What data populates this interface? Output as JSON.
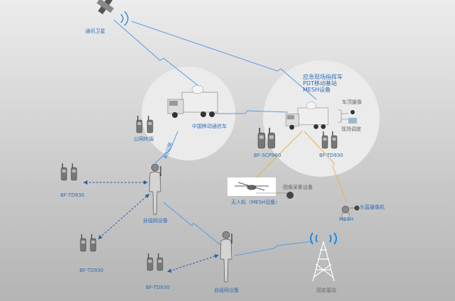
{
  "labels": {
    "satellite": "通讯卫星",
    "mobile_truck": "中国移动通信车",
    "public_terminal": "公网终端",
    "network_4g": "4G公网",
    "command_line1": "应急现场指挥车",
    "command_line2": "PDT移动基站",
    "command_line3": "MESH设备",
    "roof_camera": "车顶摄像",
    "onsite_dispatch": "现场调度",
    "scp960": "BF-SCP960",
    "td930_right": "BF-TD930",
    "image_device": "图像采集设备",
    "drone": "无人机（MESH设备）",
    "helmet_camera": "头盔摄像机",
    "mesh": "MESH",
    "td930_a": "BF-TD930",
    "adhoc_1": "自组网设备",
    "td930_b": "BF-TD930",
    "td930_c": "BF-TD930",
    "adhoc_2": "自组网设备",
    "base_station": "固定基站"
  },
  "colors": {
    "link_blue": "#5a9be0",
    "link_yellow": "#e6b84a",
    "dash_blue": "#2f5fa8",
    "label": "#2f6db5"
  }
}
